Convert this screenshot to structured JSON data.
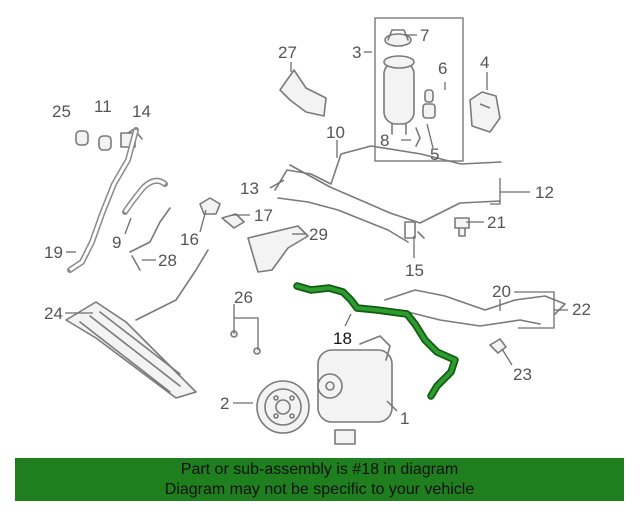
{
  "callouts": {
    "c1": "1",
    "c2": "2",
    "c3": "3",
    "c4": "4",
    "c5": "5",
    "c6": "6",
    "c7": "7",
    "c8": "8",
    "c9": "9",
    "c10": "10",
    "c11": "11",
    "c12": "12",
    "c13": "13",
    "c14": "14",
    "c15": "15",
    "c16": "16",
    "c17": "17",
    "c18": "18",
    "c19": "19",
    "c20": "20",
    "c21": "21",
    "c22": "22",
    "c23": "23",
    "c24": "24",
    "c25": "25",
    "c26": "26",
    "c27": "27",
    "c28": "28",
    "c29": "29"
  },
  "highlight": {
    "part_number": "18",
    "color": "#1f7f1f"
  },
  "footer": {
    "line1": "Part or sub-assembly is #18 in diagram",
    "line2": "Diagram may not be specific to your vehicle",
    "background": "#1f7f1f"
  }
}
